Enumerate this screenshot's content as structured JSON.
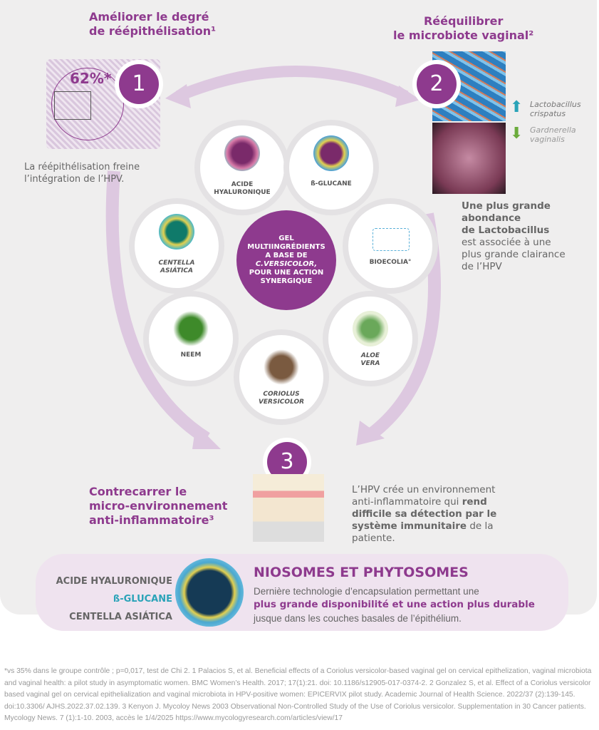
{
  "step1": {
    "number": "1",
    "title_line1": "Améliorer le degré",
    "title_line2": "de réépithélisation¹",
    "stat": "62%*",
    "caption_line1": "La réépithélisation freine",
    "caption_line2": "l’intégration de l’HPV."
  },
  "step2": {
    "number": "2",
    "title_line1": "Rééquilibrer",
    "title_line2": "le microbiote vaginal²",
    "up_label_1": "Lactobacillus",
    "up_label_2": "crispatus",
    "down_label_1": "Gardnerella",
    "down_label_2": "vaginalis",
    "bold_1": "Une plus grande",
    "bold_2": "abondance",
    "bold_3": "de Lactobacillus",
    "text_1": "est associée à une",
    "text_2": "plus grande clairance",
    "text_3": "de l’HPV"
  },
  "step3": {
    "number": "3",
    "title_line1": "Contrecarrer le",
    "title_line2": "micro-environnement",
    "title_line3": "anti-inflammatoire³",
    "text_1": "L’HPV crée un environnement",
    "text_2": "anti-inflammatoire qui",
    "bold_2": "rend",
    "bold_3": "difficile sa détection par le",
    "bold_4": "système immunitaire",
    "text_4": "de la",
    "text_5": "patiente."
  },
  "center": {
    "line1": "GEL",
    "line2": "MULTIINGRÉDIENTS",
    "line3": "A BASE DE",
    "line4": "C.VERSICOLOR,",
    "line5": "POUR UNE ACTION",
    "line6": "SYNERGIQUE"
  },
  "ingredients": [
    {
      "l1": "ACIDE",
      "l2": "HYALURONIQUE"
    },
    {
      "l1": "ß-GLUCANE",
      "l2": ""
    },
    {
      "l1": "CENTELLA",
      "l2": "ASIÁTICA"
    },
    {
      "l1": "BIOECOLIA°",
      "l2": ""
    },
    {
      "l1": "NEEM",
      "l2": ""
    },
    {
      "l1": "ALOE",
      "l2": "VERA"
    },
    {
      "l1": "CORIOLUS",
      "l2": "VERSICOLOR"
    }
  ],
  "niosomes": {
    "left_1": "ACIDE HYALURONIQUE",
    "left_2": "ß-GLUCANE",
    "left_3": "CENTELLA ASIÁTICA",
    "title": "NIOSOMES ET PHYTOSOMES",
    "text_1": "Dernière technologie d’encapsulation permettant une",
    "bold": "plus grande disponibilité et une action plus durable",
    "text_2": "jusque dans les couches basales de l’épithélium."
  },
  "footnote": "*vs 35% dans le groupe contrôle ; p=0,017, test de Chi 2. 1 Palacios S, et al. Beneficial effects of a Coriolus versicolor-based vaginal gel on cervical epithelization, vaginal microbiota and vaginal health: a pilot study in asymptomatic women. BMC Women’s Health. 2017; 17(1):21. doi: 10.1186/s12905-017-0374-2. 2 Gonzalez S, et al. Effect of a Coriolus versicolor based vaginal gel on cervical epithelialization and vaginal microbiota in HPV-positive women: EPICERVIX pilot study. Academic Journal of Health Science. 2022/37 (2):139-145. doi:10.3306/ AJHS.2022.37.02.139.  3 Kenyon J. Mycoloy News 2003 Observational Non-Controlled Study of the Use of Coriolus versicolor. Supplementation in 30 Cancer patients. Mycology News. 7 (1):1-10. 2003, accès le 1/4/2025 https://www.mycologyresearch.com/articles/view/17",
  "colors": {
    "purple": "#8e3a8e",
    "teal": "#2aa3b8",
    "green": "#6bab3c",
    "panel": "#efeeee"
  }
}
